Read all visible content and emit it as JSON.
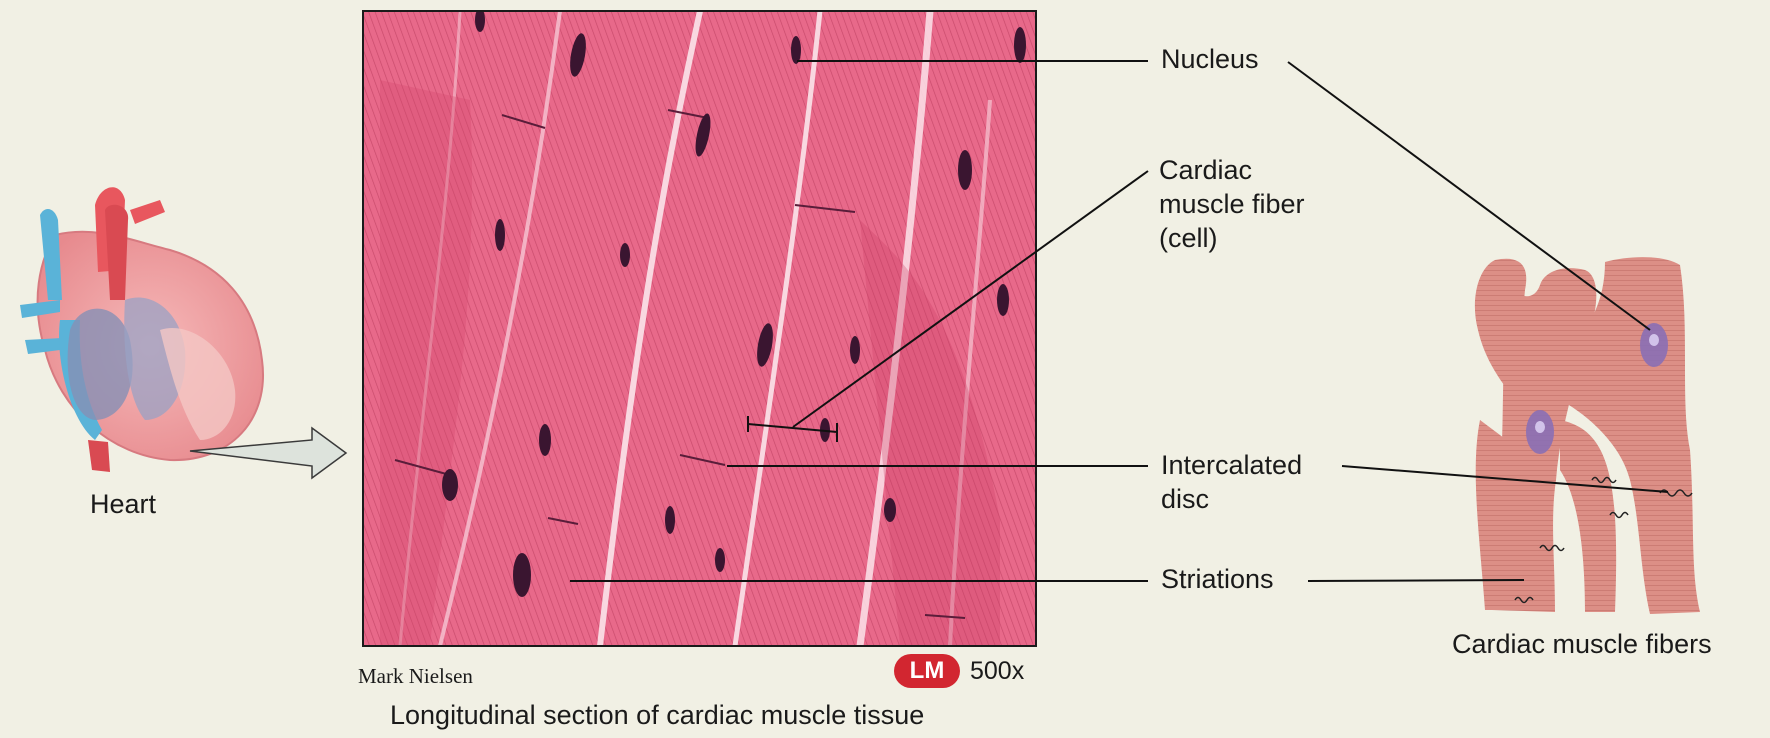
{
  "labels": {
    "heart": "Heart",
    "nucleus": "Nucleus",
    "fiber_line1": "Cardiac",
    "fiber_line2": "muscle fiber",
    "fiber_line3": "(cell)",
    "disc_line1": "Intercalated",
    "disc_line2": "disc",
    "striations": "Striations",
    "fibers": "Cardiac muscle fibers"
  },
  "micrograph": {
    "credit": "Mark Nielsen",
    "badge": "LM",
    "magnification": "500x",
    "caption": "Longitudinal section of cardiac muscle tissue"
  },
  "colors": {
    "background": "#f1f0e4",
    "tissue": "#e05c7c",
    "tissue_light": "#f3b3c3",
    "nucleus": "#3a1530",
    "fiber": "#d98a82",
    "fiber_nucleus": "#8a6fb5",
    "badge": "#d22630",
    "leader": "#111111"
  }
}
